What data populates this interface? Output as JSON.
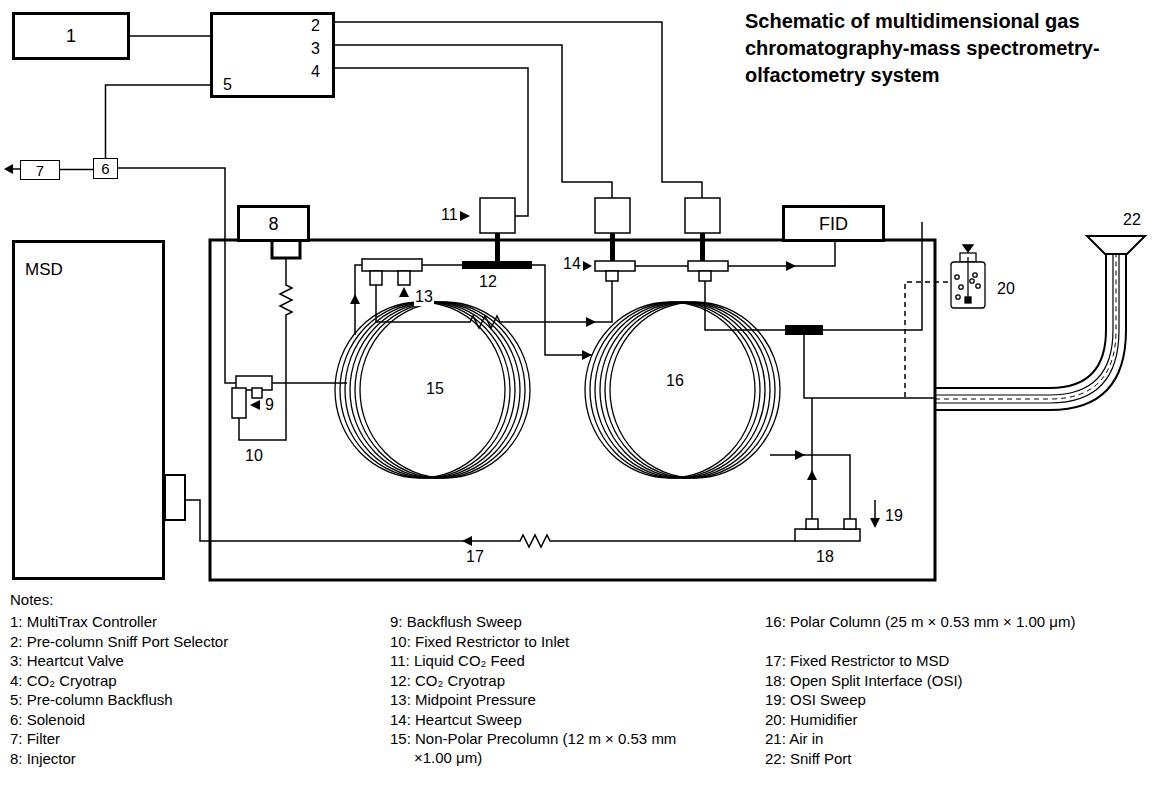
{
  "diagram": {
    "title": "Schematic of multidimensional gas chromatography-mass spectrometry-olfactometry system",
    "nodes": [
      {
        "text": [
          "1"
        ]
      },
      {
        "text": [
          "2",
          "3",
          "4",
          "5"
        ]
      },
      {
        "text": [
          "7"
        ]
      },
      {
        "text": [
          "6"
        ]
      },
      {
        "text": [
          "8"
        ]
      },
      {
        "text": [
          "FID"
        ]
      },
      {
        "text": [
          "MSD"
        ]
      },
      {
        "text": [
          "22"
        ]
      },
      {
        "text": [
          "20"
        ]
      }
    ],
    "edges": [
      {
        "from": 0,
        "to": 1,
        "arrow": "none"
      },
      {
        "from": 1,
        "to": 3,
        "arrow": "none"
      },
      {
        "from": 3,
        "to": 2,
        "arrow": "none"
      }
    ],
    "labels": [
      "11",
      "12",
      "13",
      "14",
      "9",
      "10",
      "15",
      "16",
      "17",
      "18",
      "19",
      "Notes:",
      "1: MultiTrax Controller",
      "2: Pre-column Sniff Port Selector",
      "3: Heartcut Valve",
      "4: CO₂ Cryotrap",
      "5: Pre-column Backflush",
      "6: Solenoid",
      "7: Filter",
      "8: Injector",
      "9: Backflush Sweep",
      "10: Fixed Restrictor to Inlet",
      "11: Liquid CO₂ Feed",
      "12: CO₂ Cryotrap",
      "13: Midpoint Pressure",
      "14: Heartcut Sweep",
      "15: Non-Polar Precolumn (12 m × 0.53 mm ×1.00 μm)",
      "16: Polar Column (25 m × 0.53 mm × 1.00 μm)",
      "17: Fixed Restrictor to MSD",
      "18: Open Split Interface (OSI)",
      "19: OSI Sweep",
      "20: Humidifier",
      "21: Air in",
      "22: Sniff Port"
    ]
  }
}
